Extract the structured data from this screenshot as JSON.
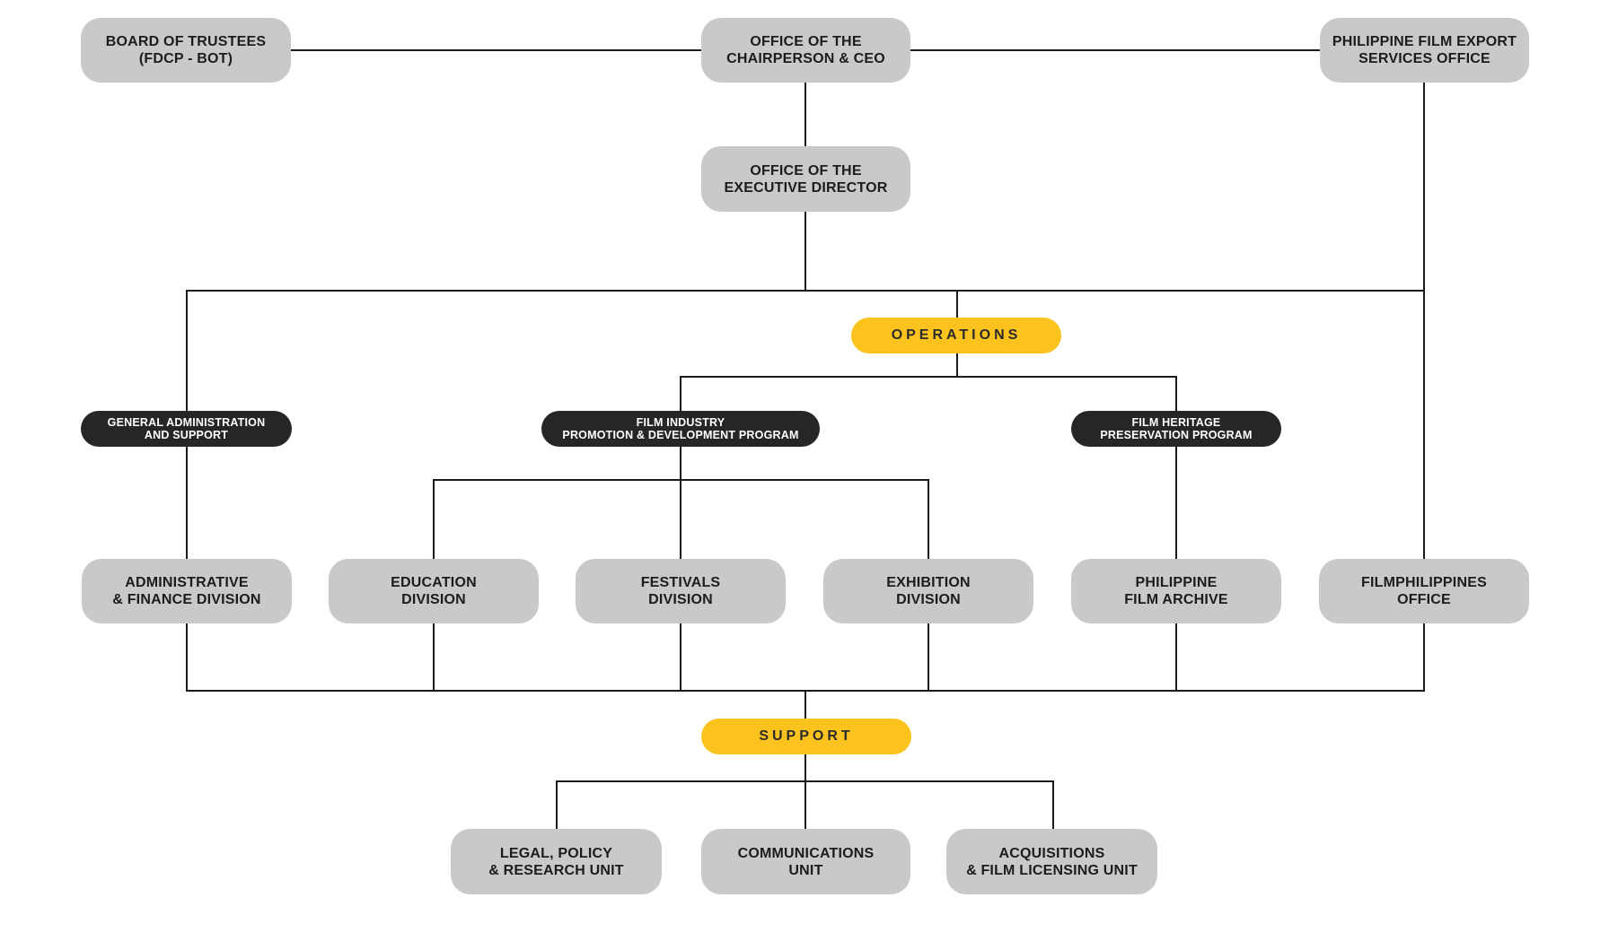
{
  "org_chart": {
    "colors": {
      "box_gray": "#c9c9c9",
      "pill_dark": "#262626",
      "pill_yellow": "#fcc21d",
      "line": "#1a1a1a"
    },
    "nodes": {
      "board": {
        "lines": [
          "BOARD OF TRUSTEES",
          "(FDCP - BOT)"
        ]
      },
      "chairperson": {
        "lines": [
          "OFFICE OF THE",
          "CHAIRPERSON & CEO"
        ]
      },
      "film_export": {
        "lines": [
          "PHILIPPINE FILM EXPORT",
          "SERVICES OFFICE"
        ]
      },
      "executive_director": {
        "lines": [
          "OFFICE OF THE",
          "EXECUTIVE DIRECTOR"
        ]
      },
      "operations": {
        "label": "OPERATIONS"
      },
      "support": {
        "label": "SUPPORT"
      },
      "general_admin": {
        "lines": [
          "GENERAL ADMINISTRATION",
          "AND SUPPORT"
        ]
      },
      "film_industry": {
        "lines": [
          "FILM INDUSTRY",
          "PROMOTION & DEVELOPMENT PROGRAM"
        ]
      },
      "film_heritage": {
        "lines": [
          "FILM HERITAGE",
          "PRESERVATION PROGRAM"
        ]
      },
      "admin_finance": {
        "lines": [
          "ADMINISTRATIVE",
          "& FINANCE DIVISION"
        ]
      },
      "education": {
        "lines": [
          "EDUCATION",
          "DIVISION"
        ]
      },
      "festivals": {
        "lines": [
          "FESTIVALS",
          "DIVISION"
        ]
      },
      "exhibition": {
        "lines": [
          "EXHIBITION",
          "DIVISION"
        ]
      },
      "film_archive": {
        "lines": [
          "PHILIPPINE",
          "FILM ARCHIVE"
        ]
      },
      "filmphilippines": {
        "lines": [
          "FILMPHILIPPINES",
          "OFFICE"
        ]
      },
      "legal": {
        "lines": [
          "LEGAL, POLICY",
          "& RESEARCH UNIT"
        ]
      },
      "communications": {
        "lines": [
          "COMMUNICATIONS",
          "UNIT"
        ]
      },
      "acquisitions": {
        "lines": [
          "ACQUISITIONS",
          "& FILM LICENSING UNIT"
        ]
      }
    }
  }
}
